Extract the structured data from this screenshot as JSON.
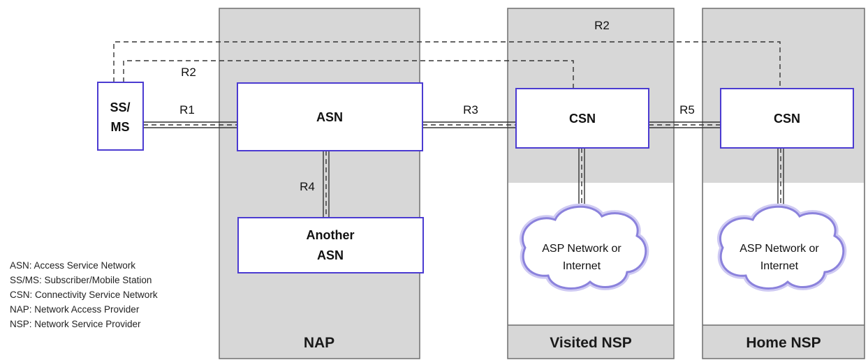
{
  "regions": {
    "nap": "NAP",
    "visited_nsp": "Visited NSP",
    "home_nsp": "Home NSP"
  },
  "boxes": {
    "ss_ms": [
      "SS/",
      "MS"
    ],
    "asn": "ASN",
    "another_asn": [
      "Another",
      "ASN"
    ],
    "visited_csn": "CSN",
    "home_csn": "CSN"
  },
  "clouds": {
    "visited": [
      "ASP Network or",
      "Internet"
    ],
    "home": [
      "ASP Network or",
      "Internet"
    ]
  },
  "reference_points": {
    "r1": "R1",
    "r2_inner": "R2",
    "r2_outer": "R2",
    "r3": "R3",
    "r4": "R4",
    "r5": "R5"
  },
  "legend": [
    "ASN: Access Service Network",
    "SS/MS: Subscriber/Mobile Station",
    "CSN: Connectivity Service Network",
    "NAP: Network Access Provider",
    "NSP: Network Service Provider"
  ],
  "colors": {
    "region_fill": "#d7d7d7",
    "box_border": "#4b3bd1",
    "cloud_glow": "#8b82dc"
  }
}
